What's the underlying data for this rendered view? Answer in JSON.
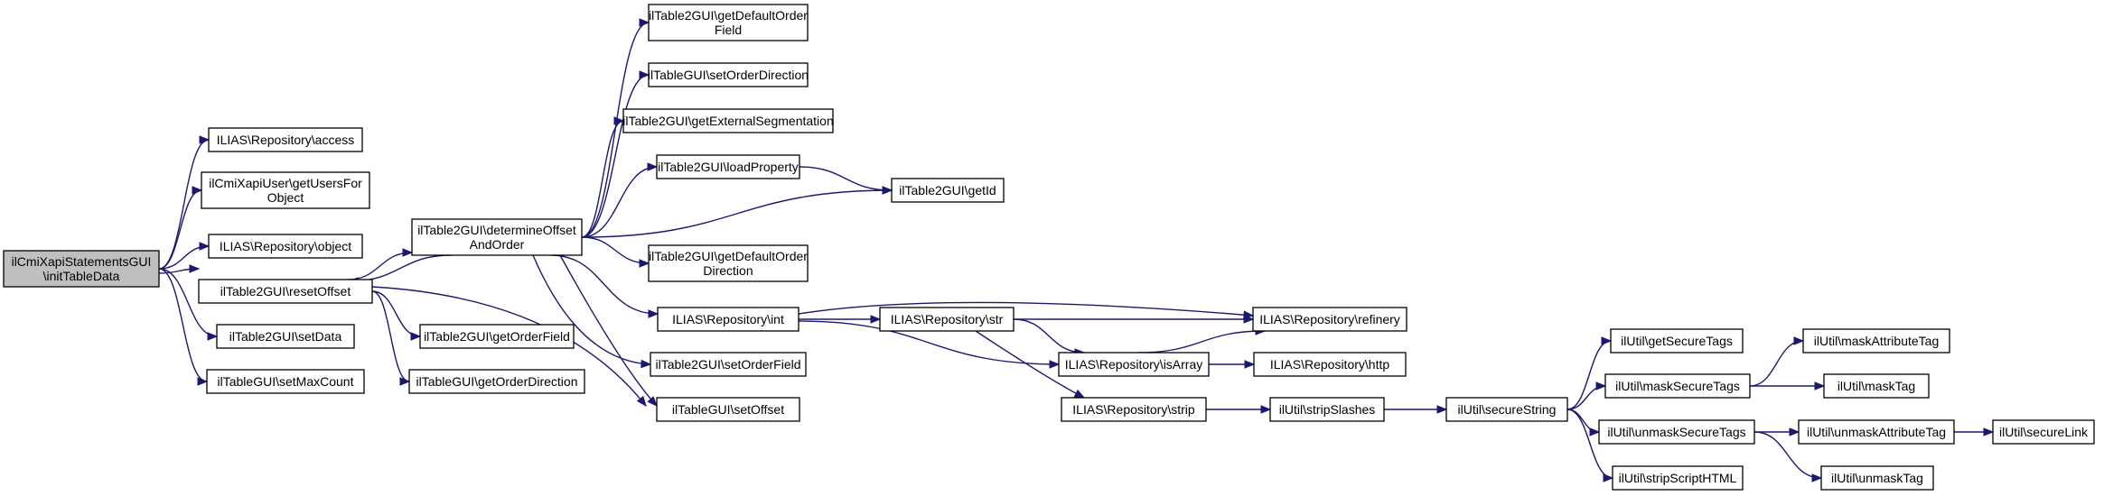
{
  "colors": {
    "edge": "#191970",
    "node_border": "#000000",
    "root_fill": "#bfbfbf",
    "node_fill": "#ffffff"
  },
  "nodes": [
    {
      "id": "n0",
      "lines": [
        "ilCmiXapiStatementsGUI",
        "\\initTableData"
      ],
      "root": true
    },
    {
      "id": "n1",
      "lines": [
        "ILIAS\\Repository\\access"
      ]
    },
    {
      "id": "n2",
      "lines": [
        "ilCmiXapiUser\\getUsersFor",
        "Object"
      ]
    },
    {
      "id": "n3",
      "lines": [
        "ILIAS\\Repository\\object"
      ]
    },
    {
      "id": "n4",
      "lines": [
        "ilTable2GUI\\resetOffset"
      ]
    },
    {
      "id": "n5",
      "lines": [
        "ilTable2GUI\\setData"
      ]
    },
    {
      "id": "n6",
      "lines": [
        "ilTableGUI\\setMaxCount"
      ]
    },
    {
      "id": "n7",
      "lines": [
        "ilTable2GUI\\determineOffset",
        "AndOrder"
      ]
    },
    {
      "id": "n8",
      "lines": [
        "ilTable2GUI\\getOrderField"
      ]
    },
    {
      "id": "n9",
      "lines": [
        "ilTableGUI\\getOrderDirection"
      ]
    },
    {
      "id": "n10",
      "lines": [
        "ilTableGUI\\setOffset"
      ]
    },
    {
      "id": "n11",
      "lines": [
        "ilTable2GUI\\getDefaultOrder",
        "Field"
      ]
    },
    {
      "id": "n12",
      "lines": [
        "ilTableGUI\\setOrderDirection"
      ]
    },
    {
      "id": "n13",
      "lines": [
        "ilTable2GUI\\getExternalSegmentation"
      ]
    },
    {
      "id": "n14",
      "lines": [
        "ilTable2GUI\\loadProperty"
      ]
    },
    {
      "id": "n15",
      "lines": [
        "ilTable2GUI\\getId"
      ]
    },
    {
      "id": "n16",
      "lines": [
        "ilTable2GUI\\getDefaultOrder",
        "Direction"
      ]
    },
    {
      "id": "n17",
      "lines": [
        "ILIAS\\Repository\\int"
      ]
    },
    {
      "id": "n18",
      "lines": [
        "ilTable2GUI\\setOrderField"
      ]
    },
    {
      "id": "n19",
      "lines": [
        "ILIAS\\Repository\\str"
      ]
    },
    {
      "id": "n20",
      "lines": [
        "ILIAS\\Repository\\refinery"
      ]
    },
    {
      "id": "n21",
      "lines": [
        "ILIAS\\Repository\\isArray"
      ]
    },
    {
      "id": "n22",
      "lines": [
        "ILIAS\\Repository\\http"
      ]
    },
    {
      "id": "n23",
      "lines": [
        "ILIAS\\Repository\\strip"
      ]
    },
    {
      "id": "n24",
      "lines": [
        "ilUtil\\stripSlashes"
      ]
    },
    {
      "id": "n25",
      "lines": [
        "ilUtil\\secureString"
      ]
    },
    {
      "id": "n26",
      "lines": [
        "ilUtil\\getSecureTags"
      ]
    },
    {
      "id": "n27",
      "lines": [
        "ilUtil\\maskSecureTags"
      ]
    },
    {
      "id": "n28",
      "lines": [
        "ilUtil\\unmaskSecureTags"
      ]
    },
    {
      "id": "n29",
      "lines": [
        "ilUtil\\stripScriptHTML"
      ]
    },
    {
      "id": "n30",
      "lines": [
        "ilUtil\\maskAttributeTag"
      ]
    },
    {
      "id": "n31",
      "lines": [
        "ilUtil\\maskTag"
      ]
    },
    {
      "id": "n32",
      "lines": [
        "ilUtil\\unmaskAttributeTag"
      ]
    },
    {
      "id": "n33",
      "lines": [
        "ilUtil\\unmaskTag"
      ]
    },
    {
      "id": "n34",
      "lines": [
        "ilUtil\\secureLink"
      ]
    }
  ],
  "edges": [
    [
      "n0",
      "n1"
    ],
    [
      "n0",
      "n2"
    ],
    [
      "n0",
      "n3"
    ],
    [
      "n0",
      "n4"
    ],
    [
      "n0",
      "n5"
    ],
    [
      "n0",
      "n6"
    ],
    [
      "n4",
      "n7"
    ],
    [
      "n4",
      "n8"
    ],
    [
      "n4",
      "n9"
    ],
    [
      "n4",
      "n10"
    ],
    [
      "n7",
      "n4"
    ],
    [
      "n7",
      "n10"
    ],
    [
      "n7",
      "n11"
    ],
    [
      "n7",
      "n12"
    ],
    [
      "n7",
      "n13"
    ],
    [
      "n7",
      "n14"
    ],
    [
      "n7",
      "n15"
    ],
    [
      "n7",
      "n16"
    ],
    [
      "n7",
      "n17"
    ],
    [
      "n7",
      "n18"
    ],
    [
      "n14",
      "n15"
    ],
    [
      "n17",
      "n19"
    ],
    [
      "n17",
      "n20"
    ],
    [
      "n17",
      "n21"
    ],
    [
      "n19",
      "n20"
    ],
    [
      "n19",
      "n21"
    ],
    [
      "n19",
      "n23"
    ],
    [
      "n21",
      "n20"
    ],
    [
      "n21",
      "n22"
    ],
    [
      "n23",
      "n24"
    ],
    [
      "n24",
      "n25"
    ],
    [
      "n25",
      "n26"
    ],
    [
      "n25",
      "n27"
    ],
    [
      "n25",
      "n28"
    ],
    [
      "n25",
      "n29"
    ],
    [
      "n27",
      "n30"
    ],
    [
      "n27",
      "n31"
    ],
    [
      "n28",
      "n32"
    ],
    [
      "n28",
      "n33"
    ],
    [
      "n32",
      "n34"
    ]
  ]
}
